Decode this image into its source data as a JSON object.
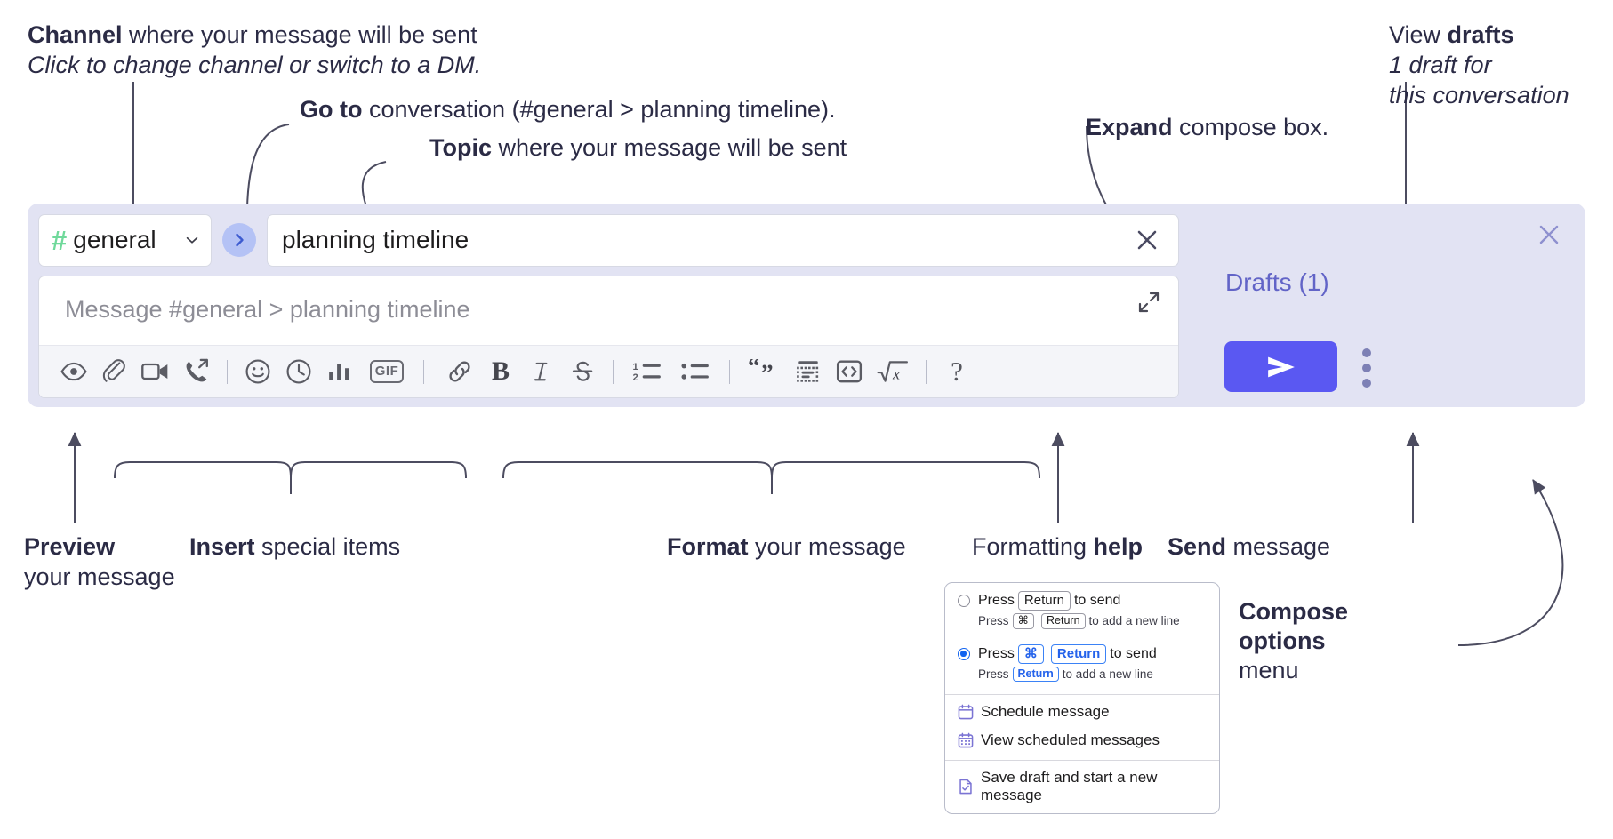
{
  "annotations": {
    "channel": {
      "bold": "Channel",
      "rest": " where your message will be sent",
      "sub": "Click to change channel or switch to a DM."
    },
    "goto": {
      "bold": "Go to",
      "rest": " conversation (#general > planning timeline)."
    },
    "topic": {
      "bold": "Topic",
      "rest": " where your message will be sent"
    },
    "expand": {
      "bold": "Expand",
      "rest": " compose box."
    },
    "drafts": {
      "pre": "View ",
      "bold": "drafts",
      "sub1": "1 draft for",
      "sub2": "this conversation"
    },
    "preview": {
      "bold": "Preview",
      "sub": "your message"
    },
    "insert": {
      "bold": "Insert",
      "rest": " special items"
    },
    "format": {
      "bold": "Format",
      "rest": " your message"
    },
    "help": {
      "pre": "Formatting ",
      "bold": "help"
    },
    "send": {
      "bold": "Send",
      "rest": " message"
    },
    "compose_options": {
      "bold1": "Compose",
      "bold2": "options",
      "rest": "menu"
    }
  },
  "compose": {
    "channel": {
      "name": "general",
      "hash": "#",
      "icon": "hash-icon",
      "chevron": "chevron-down-icon"
    },
    "goto_icon": "chevron-right-icon",
    "topic": {
      "value": "planning timeline",
      "clear_icon": "close-icon"
    },
    "message": {
      "placeholder": "Message #general > planning timeline",
      "value": ""
    },
    "expand_icon": "expand-icon",
    "toolbar": [
      {
        "name": "preview-icon",
        "label": "Preview"
      },
      {
        "name": "attachment-icon",
        "label": "Attach file"
      },
      {
        "name": "video-icon",
        "label": "Record video clip"
      },
      {
        "name": "call-forward-icon",
        "label": "Call"
      },
      {
        "name": "separator",
        "label": ""
      },
      {
        "name": "emoji-icon",
        "label": "Emoji"
      },
      {
        "name": "clock-icon",
        "label": "Reminder"
      },
      {
        "name": "poll-icon",
        "label": "Poll"
      },
      {
        "name": "gif-icon",
        "label": "GIF"
      },
      {
        "name": "separator",
        "label": ""
      },
      {
        "name": "link-icon",
        "label": "Link"
      },
      {
        "name": "bold-icon",
        "label": "B"
      },
      {
        "name": "italic-icon",
        "label": "I"
      },
      {
        "name": "strikethrough-icon",
        "label": "Strikethrough"
      },
      {
        "name": "separator",
        "label": ""
      },
      {
        "name": "ordered-list-icon",
        "label": "Ordered list"
      },
      {
        "name": "bulleted-list-icon",
        "label": "Bulleted list"
      },
      {
        "name": "separator",
        "label": ""
      },
      {
        "name": "blockquote-icon",
        "label": "Blockquote"
      },
      {
        "name": "code-block-icon",
        "label": "Code block"
      },
      {
        "name": "code-icon",
        "label": "Code"
      },
      {
        "name": "latex-icon",
        "label": "Math"
      },
      {
        "name": "separator",
        "label": ""
      },
      {
        "name": "help-icon",
        "label": "?"
      }
    ],
    "gif_label": "GIF",
    "bold_label": "B",
    "italic_label": "I",
    "help_label": "?",
    "drafts_label": "Drafts (1)",
    "send_icon": "send-icon",
    "more_icon": "kebab-menu-icon",
    "panel_close_icon": "close-icon"
  },
  "options_menu": {
    "radio1": {
      "selected": false,
      "press": "Press",
      "key": "Return",
      "tail": "to send",
      "sub_press": "Press",
      "sub_key1": "⌘",
      "sub_key2": "Return",
      "sub_tail": "to add a new line"
    },
    "radio2": {
      "selected": true,
      "press": "Press",
      "key1": "⌘",
      "key2": "Return",
      "tail": "to send",
      "sub_press": "Press",
      "sub_key": "Return",
      "sub_tail": "to add a new line"
    },
    "items": [
      {
        "icon": "calendar-icon",
        "label": "Schedule message"
      },
      {
        "icon": "calendar-list-icon",
        "label": "View scheduled messages"
      },
      {
        "icon": "save-draft-icon",
        "label": "Save draft and start a new message"
      }
    ]
  },
  "colors": {
    "compose_bg": "#e2e3f3",
    "accent_purple": "#5a58f2",
    "drafts_text": "#6264c7",
    "hash_green": "#70d99b",
    "goto_bg": "#b4c2f5",
    "annotation_text": "#2b2b45",
    "keyboard_blue": "#2563eb"
  }
}
